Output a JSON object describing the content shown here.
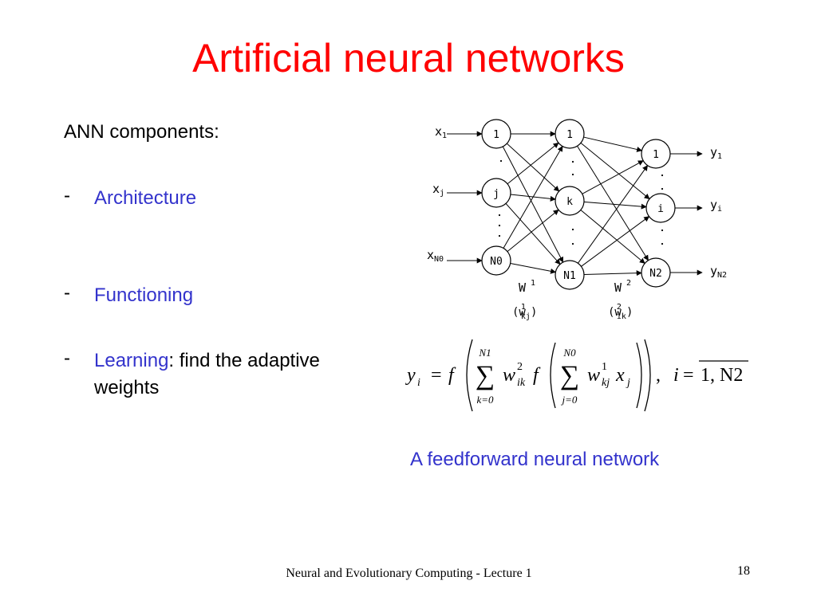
{
  "slide": {
    "title": "Artificial neural networks",
    "intro": "ANN components:",
    "bullets": [
      {
        "dash": "-",
        "label": "Architecture",
        "rest": ""
      },
      {
        "dash": "-",
        "label": "Functioning",
        "rest": ""
      },
      {
        "dash": "-",
        "label": "Learning",
        "rest": ": find the adaptive weights"
      }
    ],
    "caption": "A feedforward neural network",
    "footer": {
      "text": "Neural and Evolutionary Computing - Lecture 1",
      "page": "18"
    },
    "colors": {
      "title": "#ff0000",
      "accent": "#3333cc"
    }
  },
  "network": {
    "inputs": [
      {
        "base": "x",
        "sub": "1"
      },
      {
        "base": "x",
        "sub": "j"
      },
      {
        "base": "x",
        "sub": "N0"
      }
    ],
    "layer0": [
      "1",
      "j",
      "N0"
    ],
    "layer1": [
      "1",
      "k",
      "N1"
    ],
    "layer2": [
      "1",
      "i",
      "N2"
    ],
    "outputs": [
      {
        "base": "y",
        "sub": "1"
      },
      {
        "base": "y",
        "sub": "i"
      },
      {
        "base": "y",
        "sub": "N2"
      }
    ],
    "weight1": {
      "label": "W",
      "sup": "1",
      "alt_open": "(w",
      "alt_sup": "1",
      "alt_sub": "kj",
      "alt_close": ")"
    },
    "weight2": {
      "label": "W",
      "sup": "2",
      "alt_open": "(w",
      "alt_sup": "2",
      "alt_sub": "ik",
      "alt_close": ")"
    }
  },
  "formula": {
    "lhs": "y",
    "lhs_sub": "i",
    "eq": "=",
    "f": "f",
    "sum1_top": "N1",
    "sum1_bottom": "k=0",
    "w2": "w",
    "w2_sup": "2",
    "w2_sub": "ik",
    "sum2_top": "N0",
    "sum2_bottom": "j=0",
    "w1": "w",
    "w1_sup": "1",
    "w1_sub": "kj",
    "x": "x",
    "x_sub": "j",
    "comma": ",",
    "index": "i",
    "range": "1, N2"
  }
}
